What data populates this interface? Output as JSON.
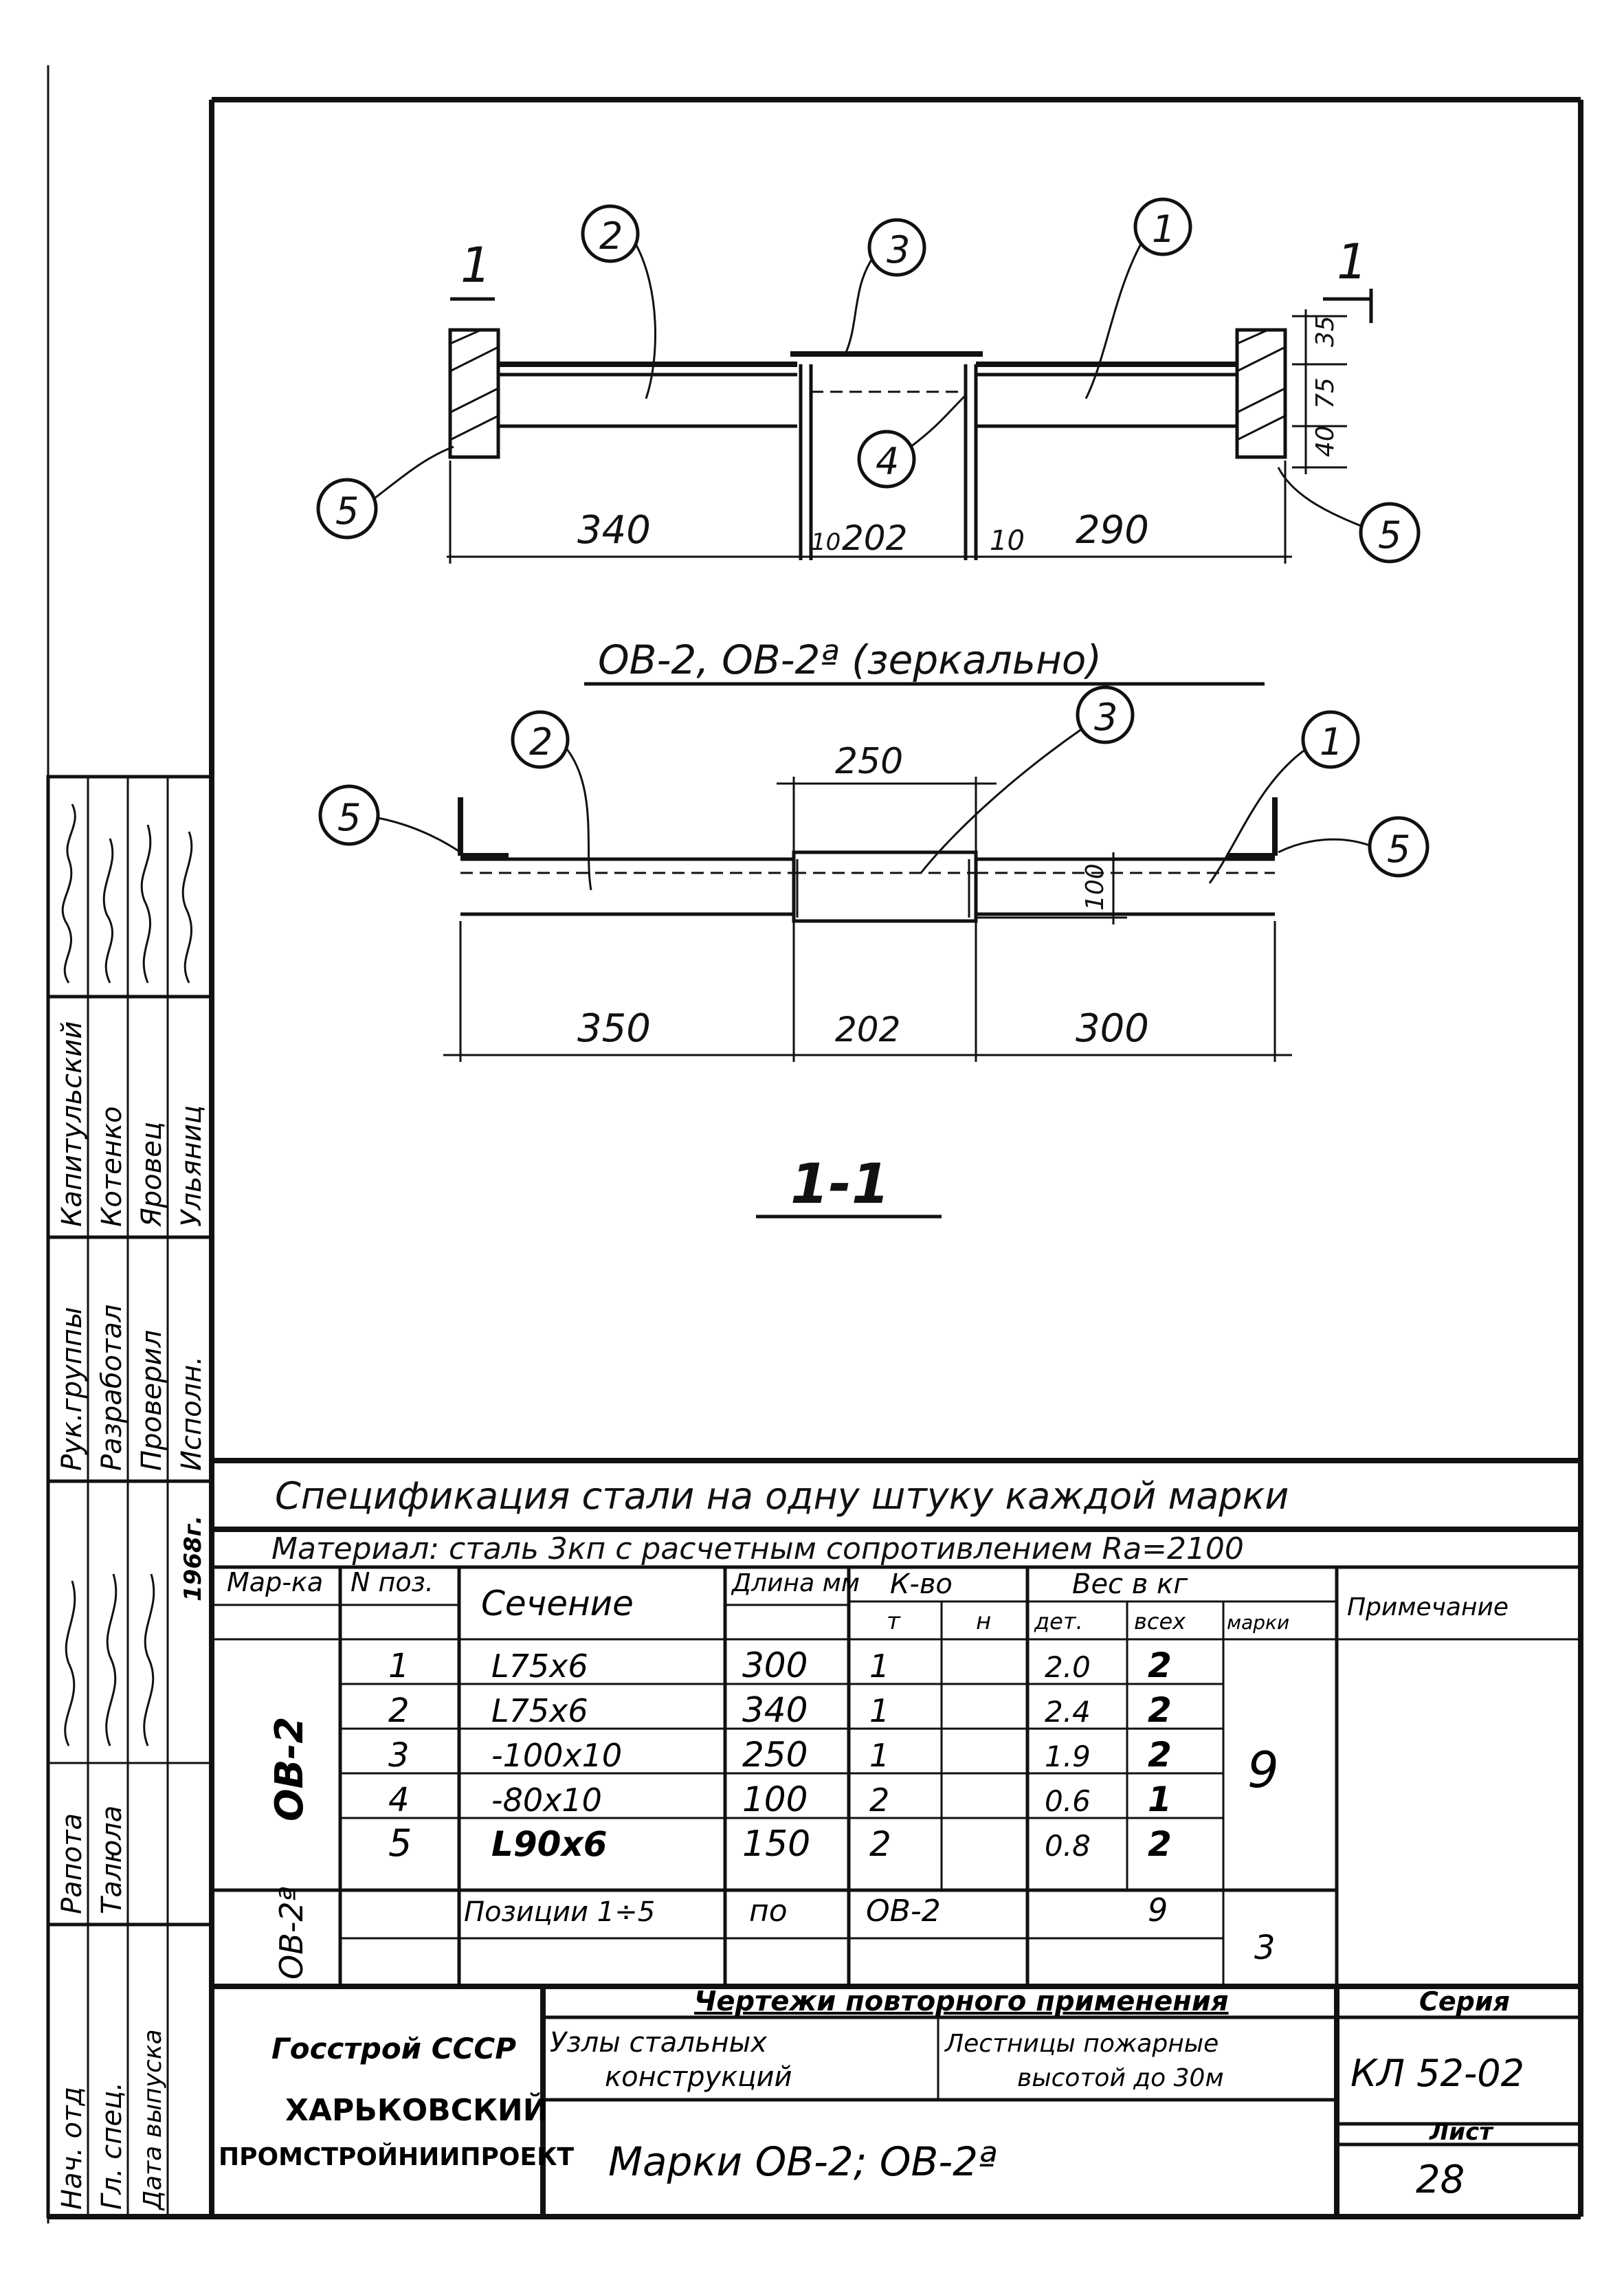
{
  "drawing_1": {
    "section_marker": "1",
    "callouts": [
      "1",
      "2",
      "3",
      "4",
      "5",
      "5"
    ],
    "dimensions_bottom": [
      "340",
      "10",
      "202",
      "10",
      "290"
    ],
    "dimensions_right": [
      "35",
      "75",
      "40"
    ],
    "caption": "ОВ-2, ОВ-2ª (зеркально)"
  },
  "drawing_2": {
    "callouts": [
      "1",
      "2",
      "3",
      "5",
      "5"
    ],
    "dimension_top": "250",
    "dimension_height": "100",
    "dimensions_bottom": [
      "350",
      "202",
      "300"
    ],
    "caption": "1-1"
  },
  "side_stamp": {
    "roles": [
      "Рук.группы",
      "Разработал",
      "Проверил",
      "Исполн."
    ],
    "names": [
      "Капитульский",
      "Котенко",
      "Яровец",
      "Ульяниц"
    ],
    "lower_roles": [
      "Нач. отд",
      "Гл. спец.",
      "Дата выпуска"
    ],
    "lower_names": [
      "Рапота",
      "Талюла"
    ],
    "year": "1968г."
  },
  "spec": {
    "title": "Спецификация стали на одну штуку каждой марки",
    "material": "Материал: сталь 3кп с расчетным сопротивлением Ra=2100",
    "headers": {
      "mark": "Мар-ка",
      "pos": "N поз.",
      "section": "Сечение",
      "length": "Длина мм",
      "qty": "К-во",
      "qty_t": "т",
      "qty_n": "н",
      "weight": "Вес в кг",
      "weight_det": "дет.",
      "weight_all": "всех",
      "weight_mark": "марки",
      "note": "Примечание"
    },
    "group1": {
      "mark": "ОВ-2",
      "mark_weight": "9",
      "rows": [
        {
          "pos": "1",
          "section": "L75x6",
          "length": "300",
          "qty_t": "1",
          "qty_n": "",
          "w_det": "2.0",
          "w_all": "2"
        },
        {
          "pos": "2",
          "section": "L75x6",
          "length": "340",
          "qty_t": "1",
          "qty_n": "",
          "w_det": "2.4",
          "w_all": "2"
        },
        {
          "pos": "3",
          "section": "-100x10",
          "length": "250",
          "qty_t": "1",
          "qty_n": "",
          "w_det": "1.9",
          "w_all": "2"
        },
        {
          "pos": "4",
          "section": "-80x10",
          "length": "100",
          "qty_t": "2",
          "qty_n": "",
          "w_det": "0.6",
          "w_all": "1"
        },
        {
          "pos": "5",
          "section": "L90x6",
          "length": "150",
          "qty_t": "2",
          "qty_n": "",
          "w_det": "0.8",
          "w_all": "2"
        }
      ]
    },
    "group2": {
      "mark": "ОВ-2ª",
      "row_text_a": "Позиции 1÷5",
      "row_text_b": "по",
      "row_text_c": "ОВ-2",
      "w_all": "9",
      "mark_weight": "3"
    }
  },
  "title_block": {
    "org_line1": "Госстрой СССР",
    "org_line2": "ХАРЬКОВСКИЙ",
    "org_line3": "ПРОМСТРОЙНИИПРОЕКТ",
    "header": "Чертежи повторного применения",
    "subject_a1": "Узлы стальных",
    "subject_a2": "конструкций",
    "subject_b1": "Лестницы пожарные",
    "subject_b2": "высотой до 30м",
    "sheet_title": "Марки ОВ-2; ОВ-2ª",
    "series_label": "Серия",
    "series_value": "КЛ 52-02",
    "sheet_label": "Лист",
    "sheet_value": "28"
  }
}
